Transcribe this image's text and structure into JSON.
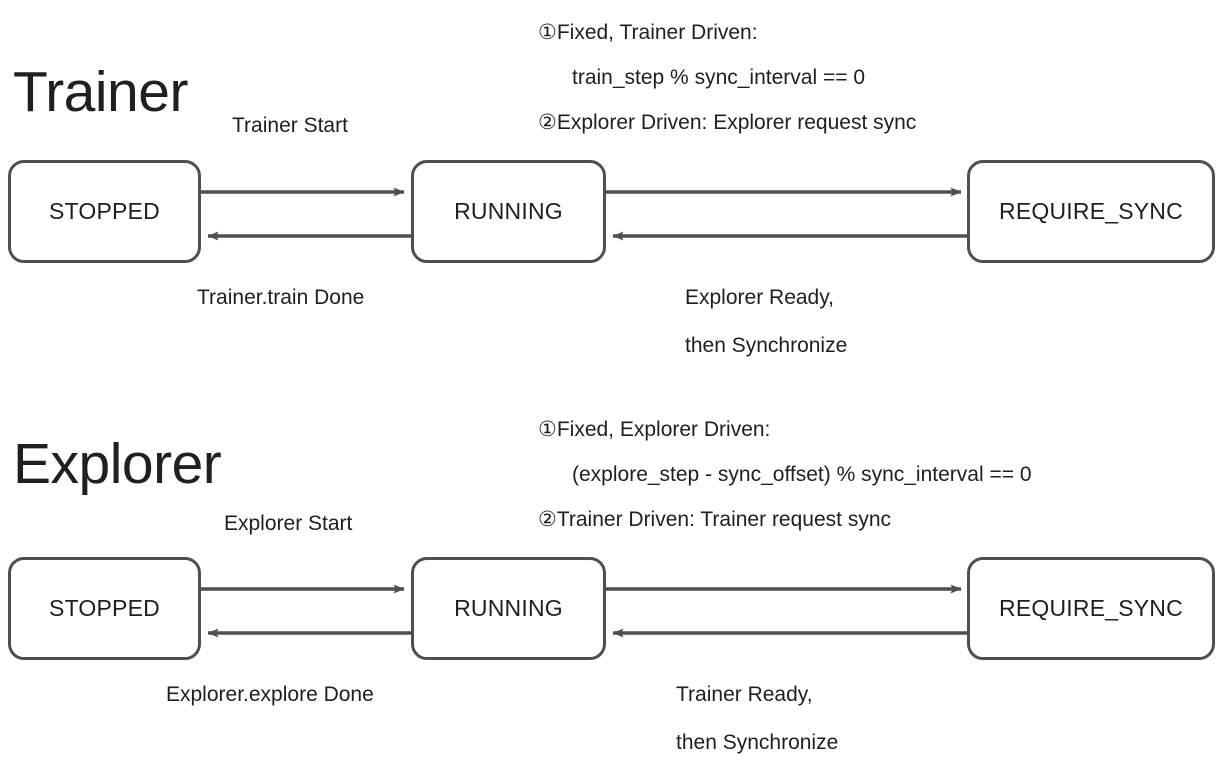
{
  "diagram": {
    "title_trainer": "Trainer",
    "title_explorer": "Explorer",
    "accent_color": "#4f4f4f",
    "text_color": "#1f1f1f",
    "background": "#ffffff"
  },
  "trainer": {
    "heading": "Trainer",
    "states": {
      "stopped": "STOPPED",
      "running": "RUNNING",
      "require_sync": "REQUIRE_SYNC"
    },
    "transitions": {
      "start": "Trainer Start",
      "done": "Trainer.train Done",
      "ready_line1": "Explorer Ready,",
      "ready_line2": "then Synchronize"
    },
    "sync_conditions": {
      "line1": "①Fixed, Trainer Driven:",
      "line2": "train_step % sync_interval == 0",
      "line3": "②Explorer Driven: Explorer request sync"
    }
  },
  "explorer": {
    "heading": "Explorer",
    "states": {
      "stopped": "STOPPED",
      "running": "RUNNING",
      "require_sync": "REQUIRE_SYNC"
    },
    "transitions": {
      "start": "Explorer Start",
      "done": "Explorer.explore Done",
      "ready_line1": "Trainer Ready,",
      "ready_line2": "then Synchronize"
    },
    "sync_conditions": {
      "line1": "①Fixed, Explorer Driven:",
      "line2": "(explore_step - sync_offset) % sync_interval == 0",
      "line3": "②Trainer Driven: Trainer request sync"
    }
  }
}
